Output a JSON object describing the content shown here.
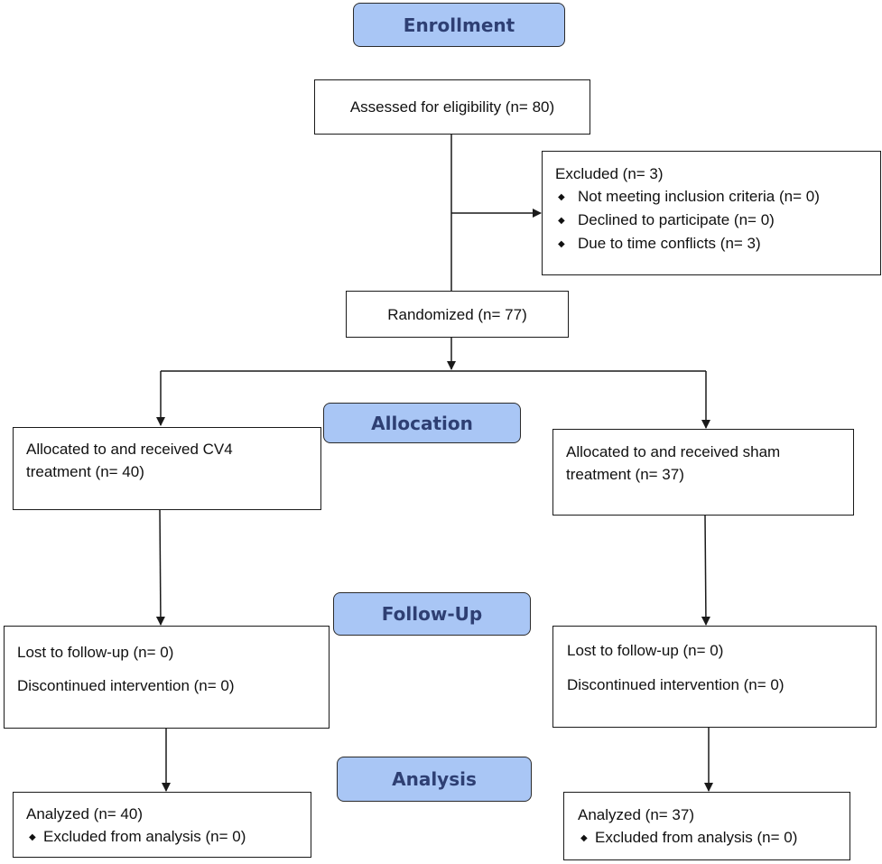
{
  "colors": {
    "phase_fill": "#a9c6f5",
    "phase_text": "#2e3f73",
    "line": "#1a1a1a"
  },
  "phases": {
    "enrollment": "Enrollment",
    "allocation": "Allocation",
    "follow_up": "Follow-Up",
    "analysis": "Analysis"
  },
  "assessed": "Assessed for eligibility (n= 80)",
  "excluded": {
    "title": "Excluded (n= 3)",
    "items": [
      "Not meeting inclusion criteria (n= 0)",
      "Declined to participate (n= 0)",
      "Due to time conflicts (n= 3)"
    ]
  },
  "randomized": "Randomized (n= 77)",
  "left": {
    "allocated": [
      "Allocated to and received CV4",
      "treatment (n= 40)"
    ],
    "lost": "Lost to follow-up (n= 0)",
    "discontinued": "Discontinued intervention (n= 0)",
    "analyzed": "Analyzed (n= 40)",
    "excluded_analysis": "Excluded from analysis (n= 0)"
  },
  "right": {
    "allocated": [
      "Allocated to and received sham",
      "treatment (n= 37)"
    ],
    "lost": "Lost to follow-up (n= 0)",
    "discontinued": "Discontinued intervention (n= 0)",
    "analyzed": "Analyzed (n= 37)",
    "excluded_analysis": "Excluded from analysis (n= 0)"
  },
  "bullet_icon": "diamond-bullet-icon"
}
